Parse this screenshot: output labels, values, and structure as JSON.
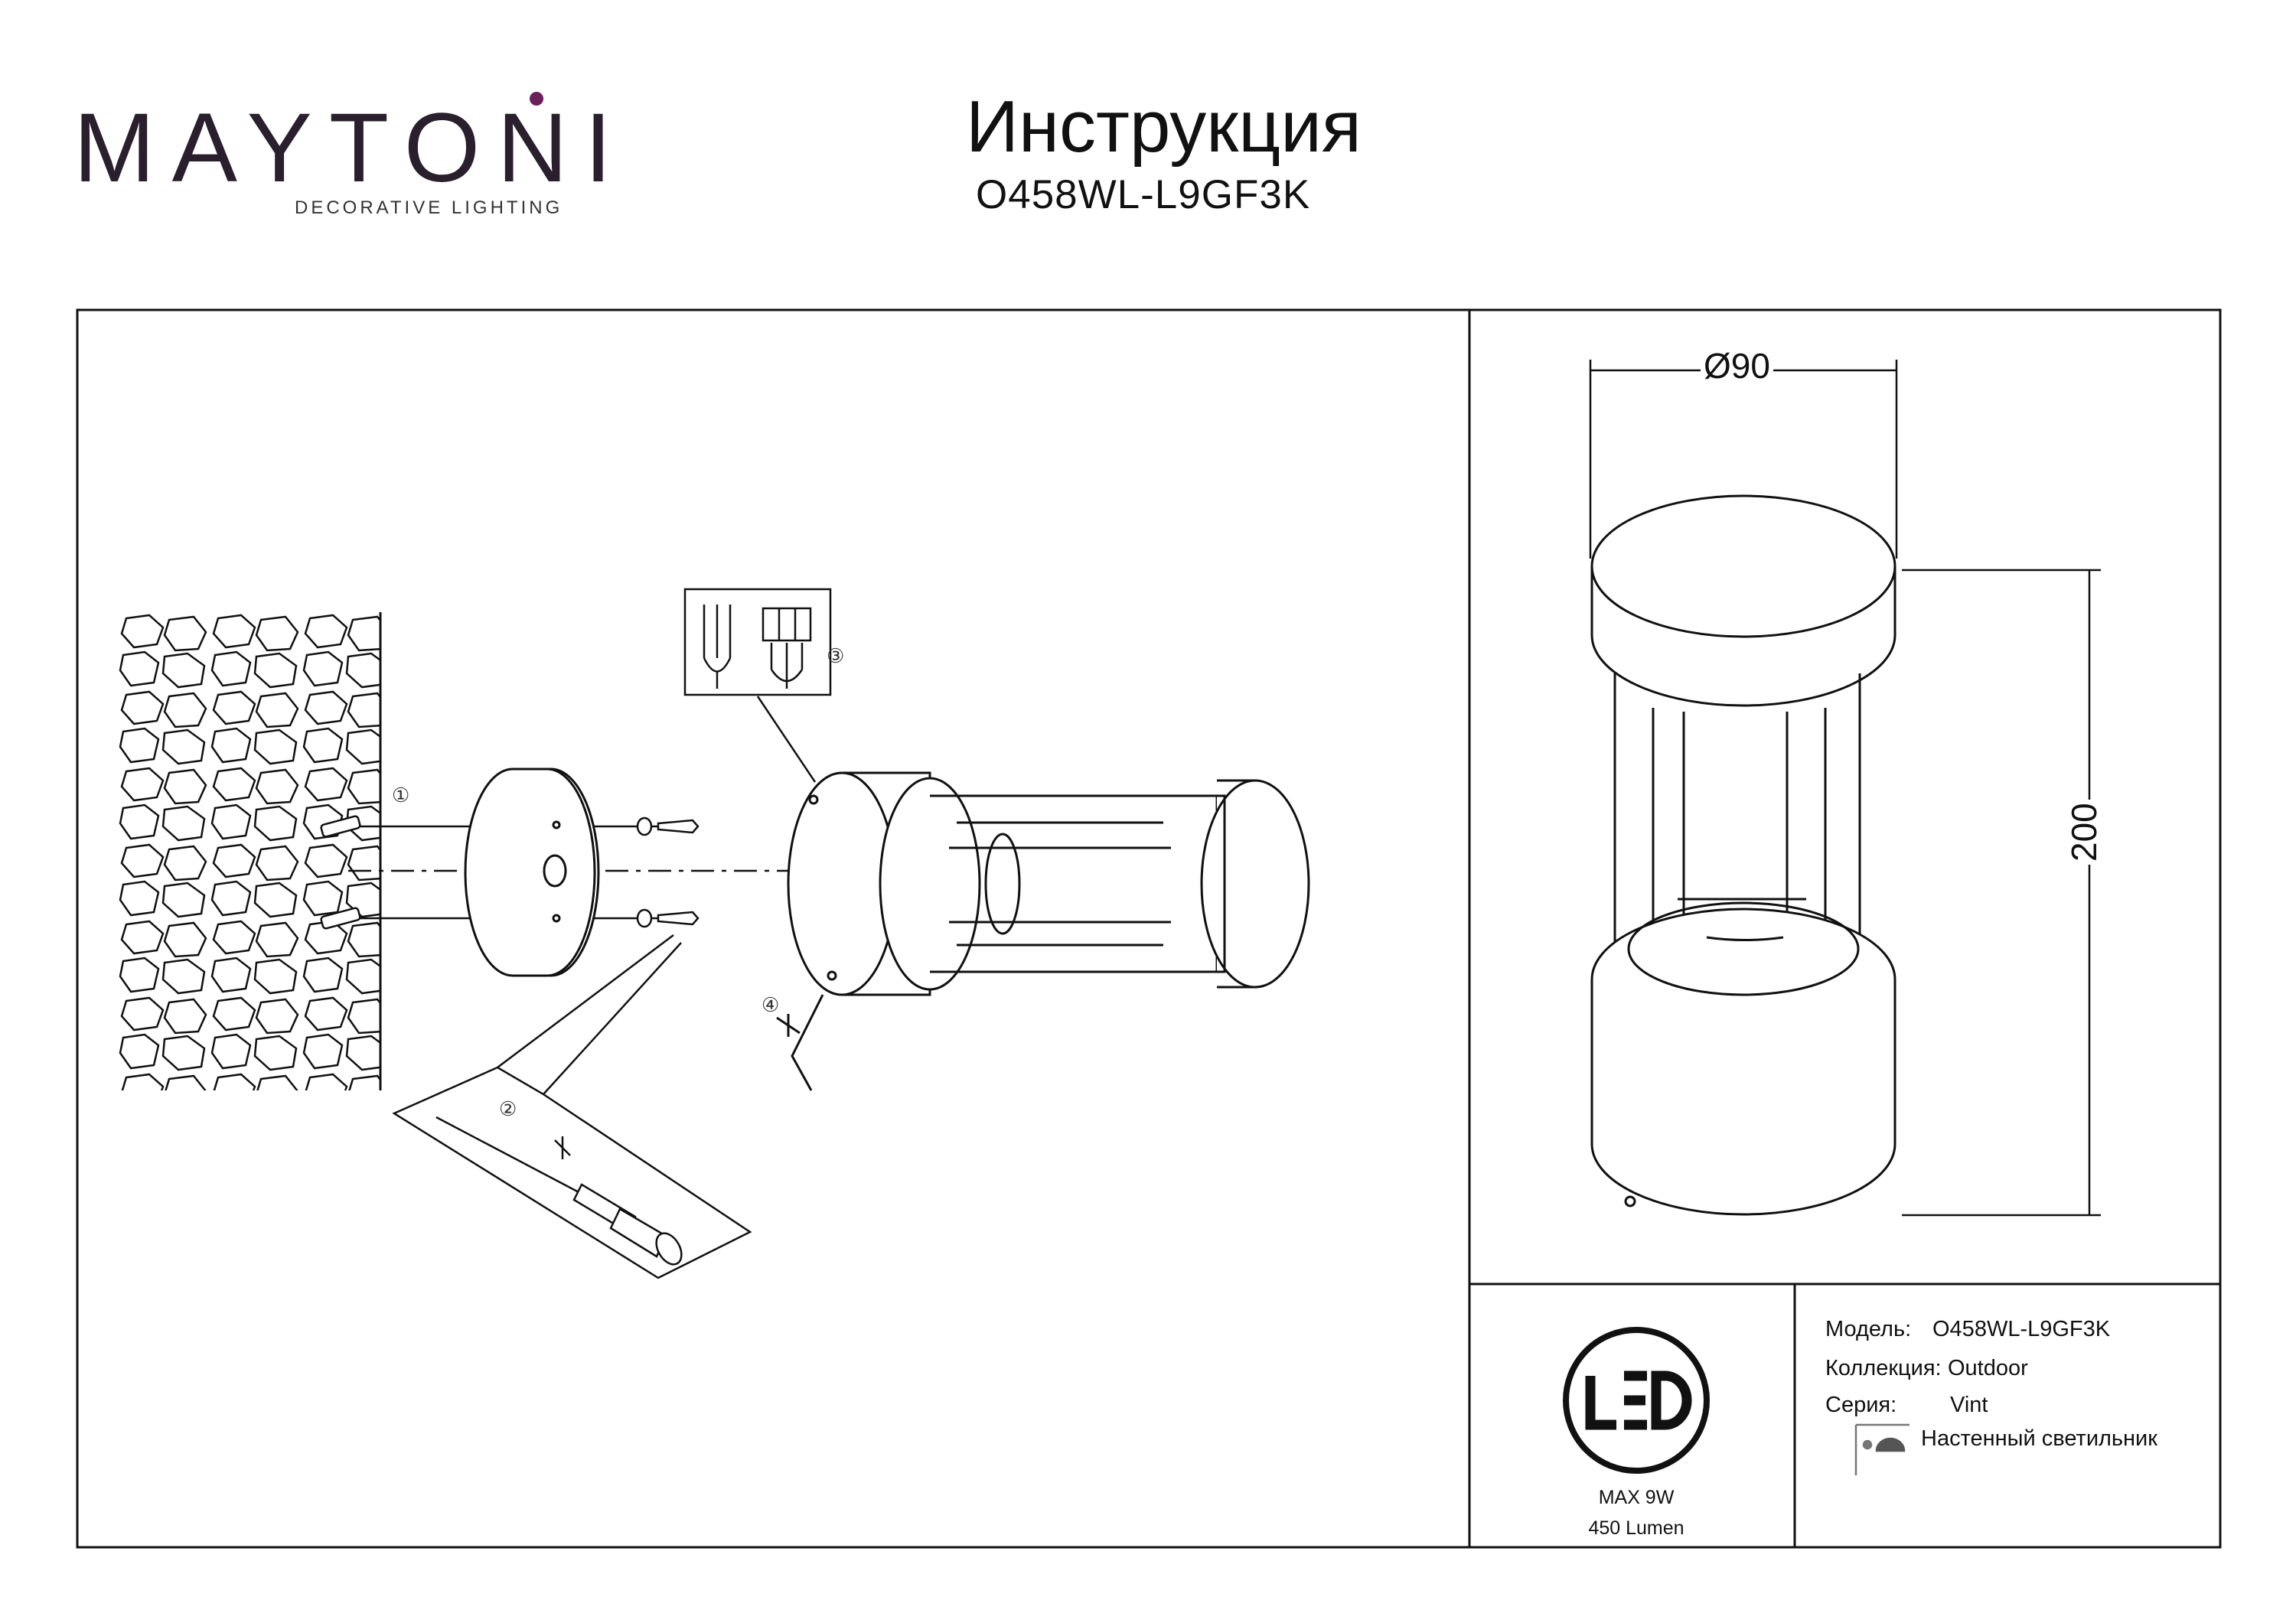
{
  "brand": {
    "name": "MAYTONI",
    "tagline": "DECORATIVE LIGHTING",
    "accent_color": "#6b1f5c"
  },
  "header": {
    "title": "Инструкция",
    "model": "O458WL-L9GF3K"
  },
  "dimensions": {
    "diameter": "Ø90",
    "height": "200"
  },
  "steps": [
    "①",
    "②",
    "③",
    "④"
  ],
  "badge": {
    "icon": "led-icon",
    "label": "LED",
    "power": "MAX 9W",
    "lumen": "450 Lumen"
  },
  "specs": {
    "model_label": "Модель:",
    "model_value": "O458WL-L9GF3K",
    "collection_label": "Коллекция:",
    "collection_value": "Outdoor",
    "series_label": "Серия:",
    "series_value": "Vint",
    "type_icon": "wall-lamp-icon",
    "type_value": "Настенный светильник"
  }
}
